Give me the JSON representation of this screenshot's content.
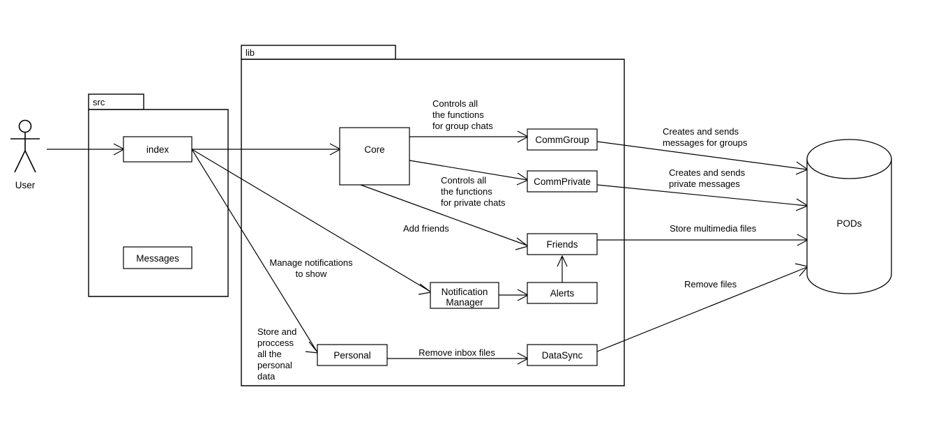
{
  "diagram": {
    "title": "Component architecture diagram",
    "background_color": "#ffffff",
    "stroke_color": "#000000"
  },
  "actor": {
    "name": "User",
    "label": "User"
  },
  "packages": [
    {
      "id": "src",
      "label": "src"
    },
    {
      "id": "lib",
      "label": "lib"
    }
  ],
  "nodes": {
    "index": "index",
    "messages": "Messages",
    "core": "Core",
    "comm_group": "CommGroup",
    "comm_private": "CommPrivate",
    "friends": "Friends",
    "alerts": "Alerts",
    "notification_manager_line1": "Notification",
    "notification_manager_line2": "Manager",
    "personal": "Personal",
    "data_sync": "DataSync",
    "pods": "PODs"
  },
  "edge_labels": {
    "controls_group_l1": "Controls all",
    "controls_group_l2": "the functions",
    "controls_group_l3": "for group chats",
    "controls_private_l1": "Controls all",
    "controls_private_l2": "the functions",
    "controls_private_l3": "for private chats",
    "add_friends": "Add friends",
    "manage_notifications_l1": "Manage notifications",
    "manage_notifications_l2": "to show",
    "store_personal_l1": "Store and",
    "store_personal_l2": "proccess",
    "store_personal_l3": "all the",
    "store_personal_l4": "personal",
    "store_personal_l5": "data",
    "remove_inbox_files": "Remove inbox files",
    "creates_group_l1": "Creates and sends",
    "creates_group_l2": "messages for groups",
    "creates_private_l1": "Creates and sends",
    "creates_private_l2": "private messages",
    "store_multimedia": "Store multimedia files",
    "remove_files": "Remove files"
  }
}
